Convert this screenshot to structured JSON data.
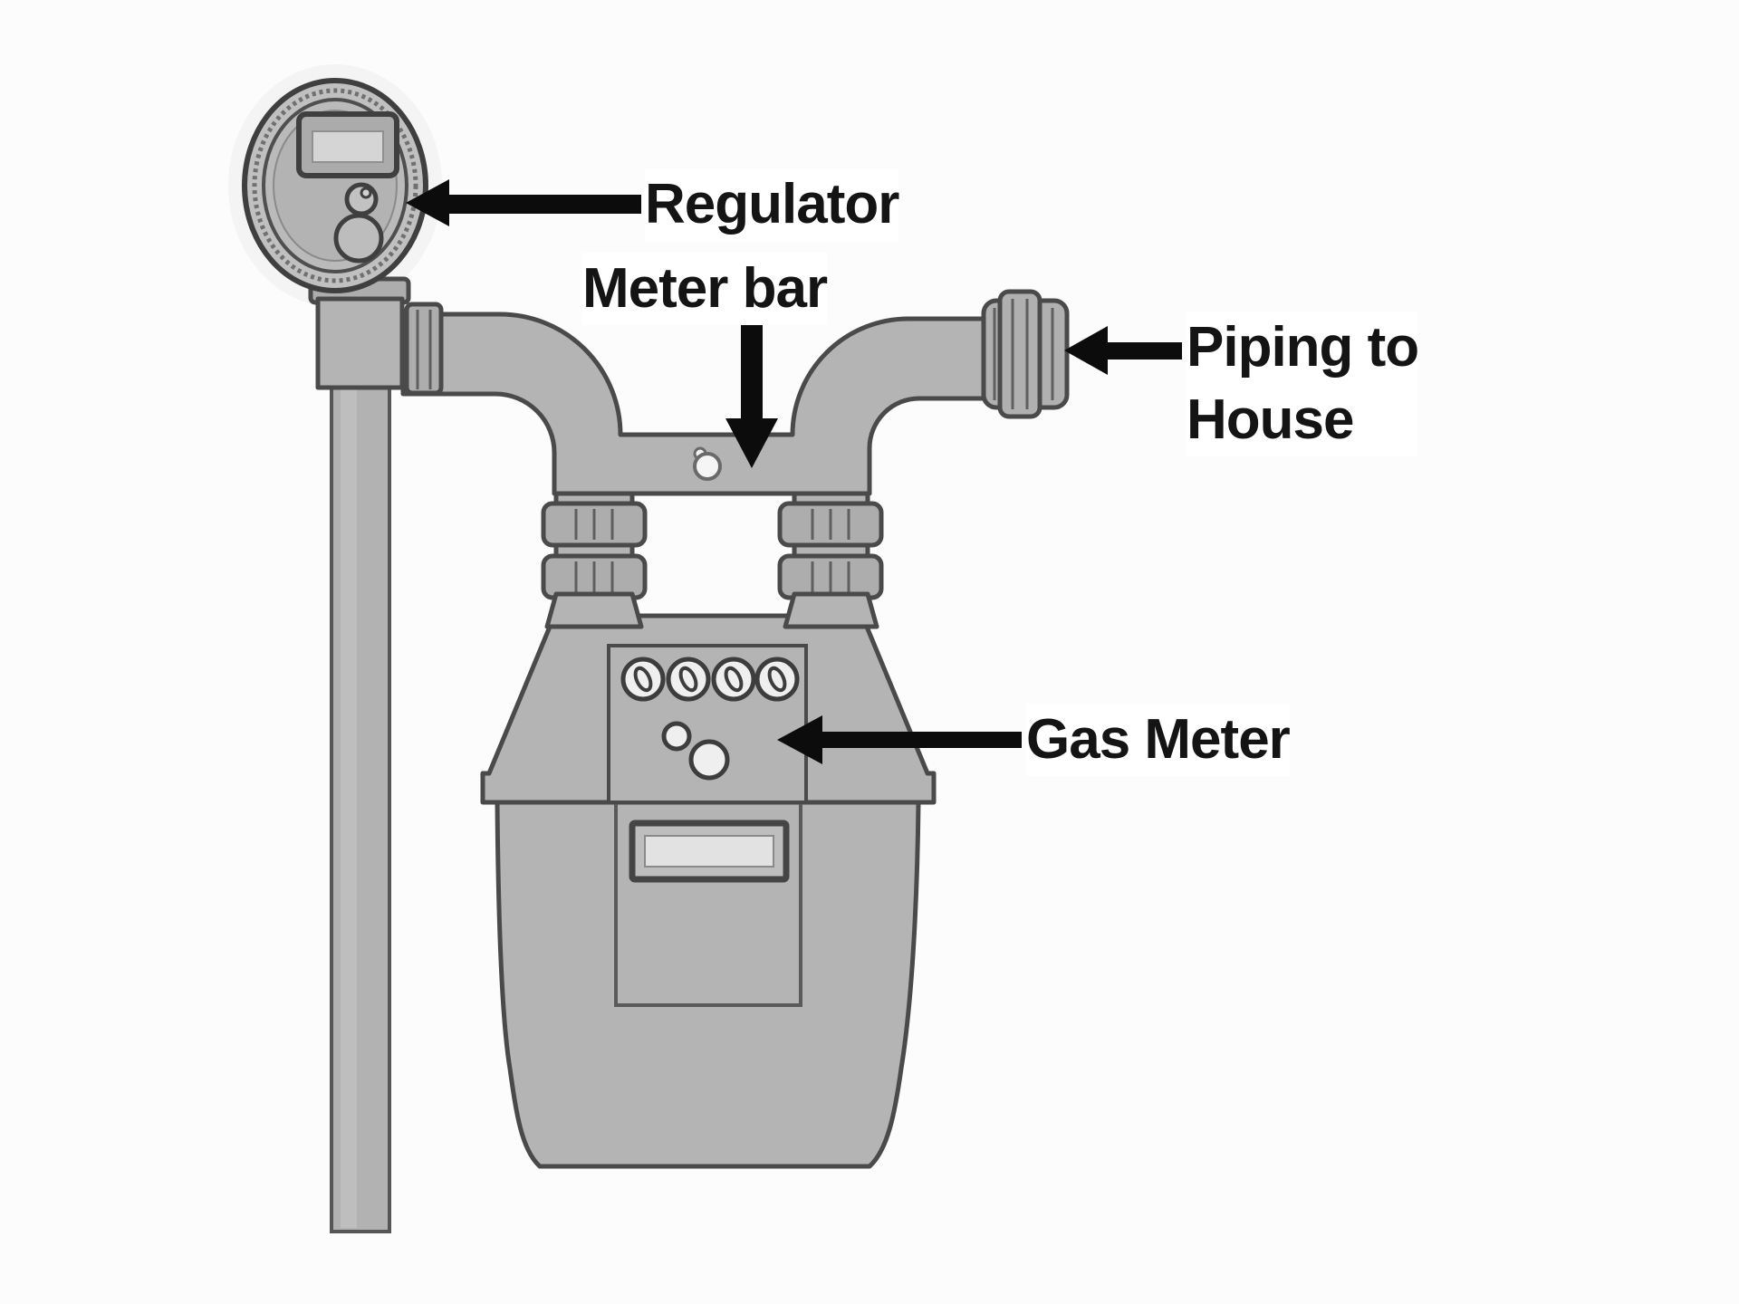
{
  "labels": {
    "regulator": "Regulator",
    "meter_bar": "Meter bar",
    "piping_line1": "Piping to",
    "piping_line2": "House",
    "gas_meter": "Gas Meter"
  },
  "colors": {
    "outline": "#4a4a4a",
    "pipe_fill": "#b4b4b4",
    "fitting_fill": "#b0b0b0",
    "dial_fill": "#efefef",
    "window_inner": "#e2e2e2",
    "arrow": "#0c0c0c",
    "label": "#141414",
    "background": "#fcfcfc"
  }
}
